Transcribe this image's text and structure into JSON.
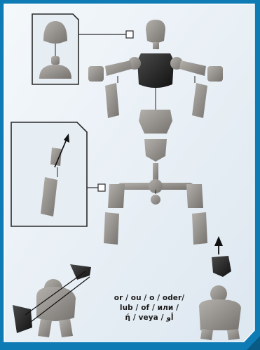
{
  "page": {
    "background_color": "#0f7bb5",
    "panel_color": "#eef3f8",
    "figure_part_color": "#8f8c89",
    "chest_plate_color": "#262626"
  },
  "instruction": {
    "alternative_lines": [
      "or / ou / o / oder/",
      "lub / of / или /",
      "ή / veya / أو"
    ]
  }
}
